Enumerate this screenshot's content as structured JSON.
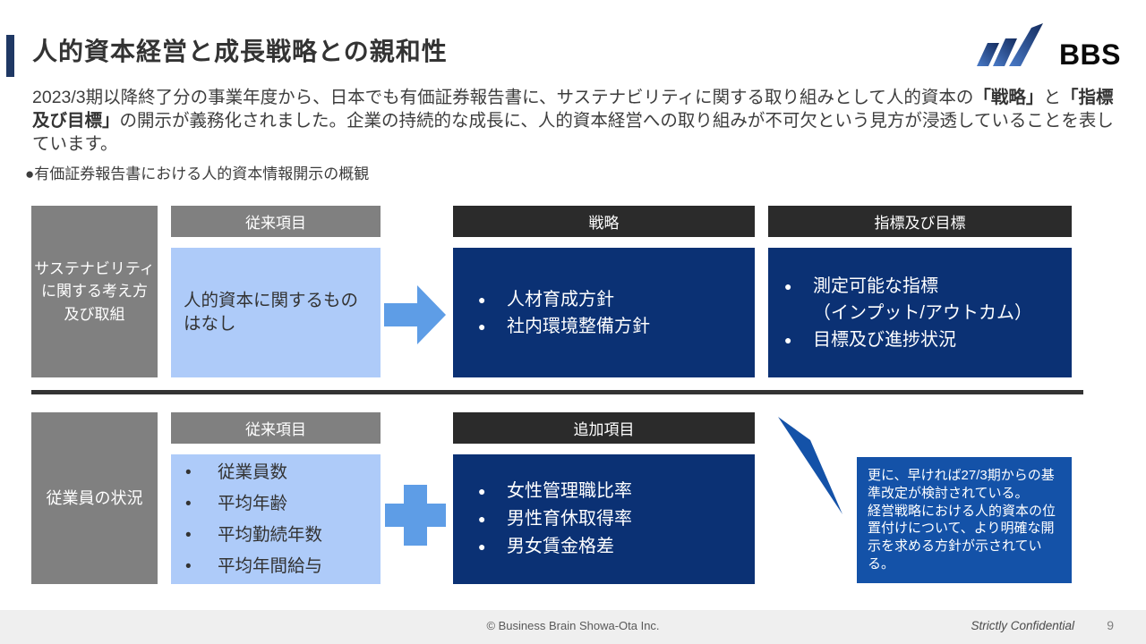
{
  "header": {
    "title": "人的資本経営と成長戦略との親和性",
    "logo_text": "BBS"
  },
  "intro": {
    "pre": "2023/3期以降終了分の事業年度から、日本でも有価証券報告書に、サステナビリティに関する取り組みとして人的資本の",
    "bold_strategy": "「戦略」",
    "mid": "と",
    "bold_metrics": "「指標及び目標」",
    "rest": "の開示が義務化されました。企業の持続的な成長に、人的資本経営への取り組みが不可欠という見方が浸透していることを表しています。"
  },
  "section_label": "●有価証券報告書における人的資本情報開示の概観",
  "diagram": {
    "row1": {
      "side_label": "サステナビリティ\nに関する考え方\n及び取組",
      "legacy_header": "従来項目",
      "legacy_body": "人的資本に関するもの\nはなし",
      "strategy_header": "戦略",
      "strategy_items": [
        "人材育成方針",
        "社内環境整備方針"
      ],
      "metrics_header": "指標及び目標",
      "metrics_items": [
        "測定可能な指標\n（インプット/アウトカム）",
        "目標及び進捗状況"
      ]
    },
    "row2": {
      "side_label": "従業員の状況",
      "legacy_header": "従来項目",
      "legacy_items": [
        "従業員数",
        "平均年齢",
        "平均勤続年数",
        "平均年間給与"
      ],
      "added_header": "追加項目",
      "added_items": [
        "女性管理職比率",
        "男性育休取得率",
        "男女賃金格差"
      ],
      "callout_text": "更に、早ければ27/3期からの基準改定が検討されている。\n経営戦略における人的資本の位置付けについて、より明確な開示を求める方針が示されている。"
    }
  },
  "icons": {
    "bullet_circle": "●",
    "bullet_dot": "•"
  },
  "colors": {
    "accent_navy": "#1F3864",
    "box_navy": "#0B3174",
    "callout_blue": "#1452A8",
    "light_blue": "#AECBF9",
    "gray": "#808080",
    "dark_header": "#2B2B2B",
    "connector_blue": "#5E9DE6",
    "divider": "#333333",
    "footer_bg": "#EFEFEF"
  },
  "footer": {
    "copyright": "© Business Brain Showa-Ota Inc.",
    "confidential": "Strictly Confidential",
    "page_number": "9"
  }
}
